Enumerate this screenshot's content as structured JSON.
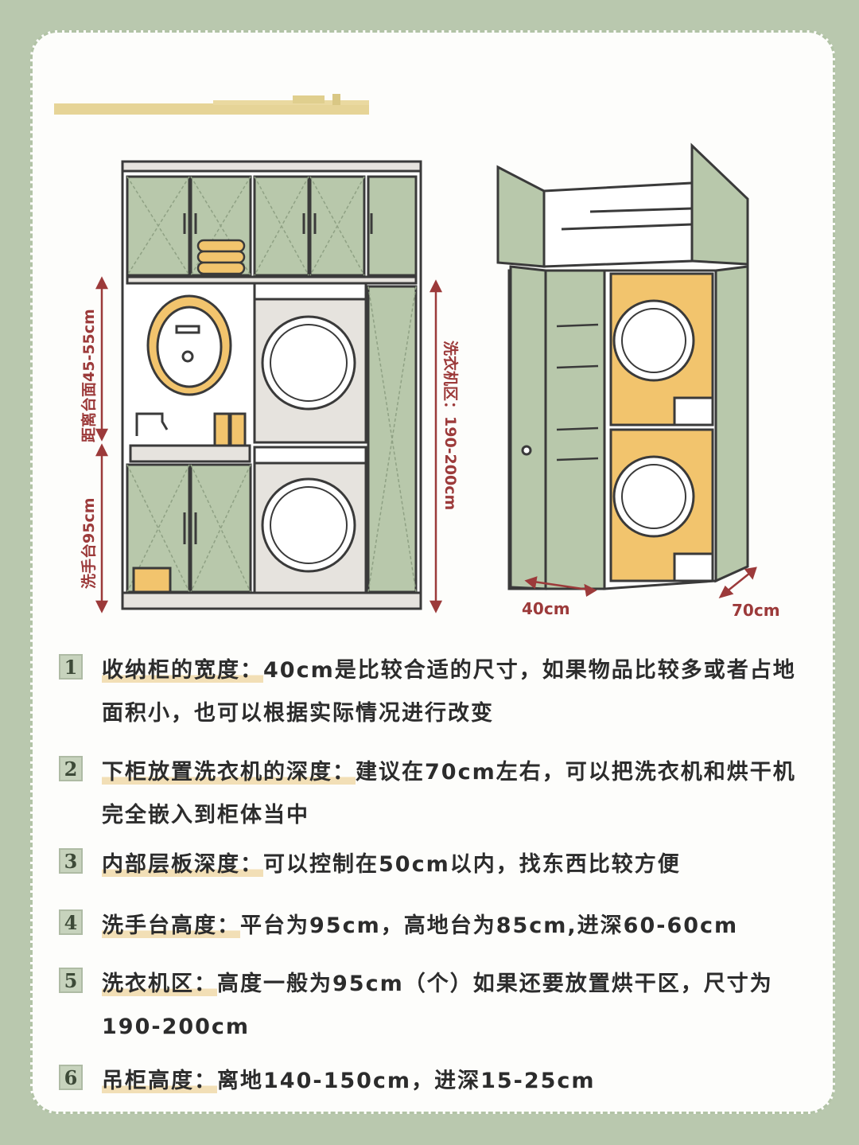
{
  "colors": {
    "background": "#b9c8ae",
    "cabinet_green": "#b8c8ab",
    "machine_gray": "#e6e3de",
    "accent_yellow": "#f2c46d",
    "dimension_red": "#9c3a3a",
    "outline": "#3a3a3a"
  },
  "diagram": {
    "left_label_top": "距离台面45-55cm",
    "left_label_bottom": "洗手台95cm",
    "right_label": "洗衣机区：190-200cm",
    "width_label": "40cm",
    "depth_label": "70cm"
  },
  "items": [
    {
      "num": "1",
      "keyword": "收纳柜的宽度：",
      "text": "40cm是比较合适的尺寸，如果物品比较多或者占地面积小，也可以根据实际情况进行改变"
    },
    {
      "num": "2",
      "keyword": "下柜放置洗衣机的深度：",
      "text": "建议在70cm左右，可以把洗衣机和烘干机完全嵌入到柜体当中"
    },
    {
      "num": "3",
      "keyword": "内部层板深度：",
      "text": "可以控制在50cm以内，找东西比较方便"
    },
    {
      "num": "4",
      "keyword": "洗手台高度：",
      "text": "平台为95cm，高地台为85cm,进深60-60cm"
    },
    {
      "num": "5",
      "keyword": "洗衣机区：",
      "text": "高度一般为95cm（个）如果还要放置烘干区，尺寸为190-200cm"
    },
    {
      "num": "6",
      "keyword": "吊柜高度：",
      "text": "离地140-150cm，进深15-25cm"
    }
  ]
}
